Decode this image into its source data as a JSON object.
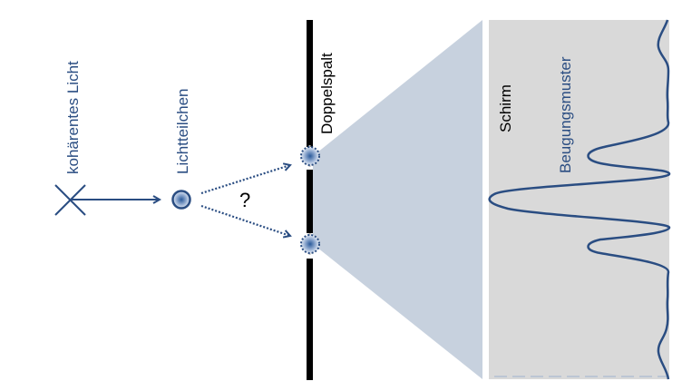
{
  "colors": {
    "accent": "#2a4d82",
    "slit_bar": "#000000",
    "slit_gap": "#bdbdbd",
    "cone": "#c7d1de",
    "screen": "#d9d9d9",
    "text_dark": "#000000",
    "text_blue": "#2a4d82"
  },
  "labels": {
    "source": "kohärentes Licht",
    "particle": "Lichtteilchen",
    "question": "?",
    "double_slit": "Doppelspalt",
    "screen": "Schirm",
    "pattern": "Beugungsmuster"
  }
}
